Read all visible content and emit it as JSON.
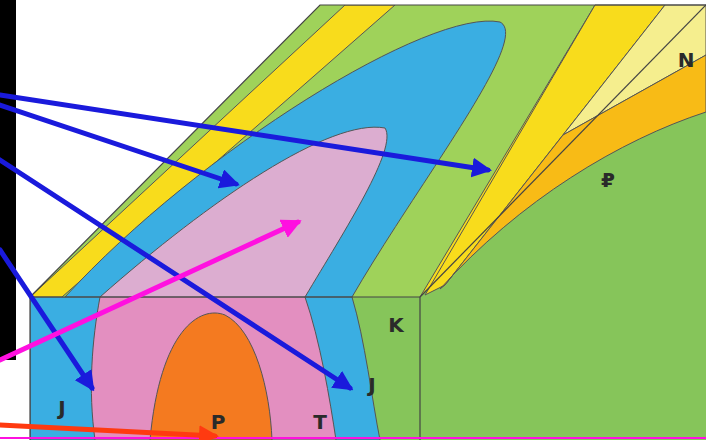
{
  "diagram": {
    "labels": [
      "N",
      "₽",
      "K",
      "J",
      "J",
      "T",
      "P"
    ]
  }
}
